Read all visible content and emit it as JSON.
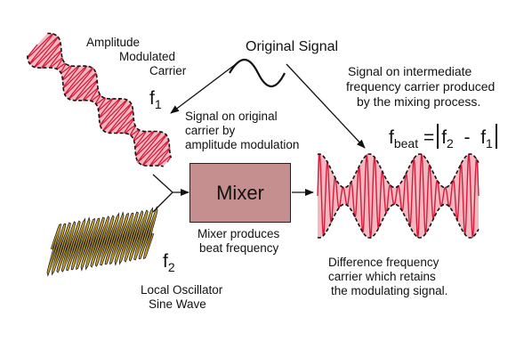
{
  "labels": {
    "am_carrier_line1": "Amplitude",
    "am_carrier_line2": "Modulated",
    "am_carrier_line3": "Carrier",
    "f1_base": "f",
    "f1_sub": "1",
    "original_signal": "Original Signal",
    "signal_on_carrier_line1": "Signal on original",
    "signal_on_carrier_line2": "carrier by",
    "signal_on_carrier_line3": "amplitude modulation",
    "if_line1": "Signal on intermediate",
    "if_line2": "frequency carrier produced",
    "if_line3": "by the mixing process.",
    "mixer": "Mixer",
    "mixer_note_line1": "Mixer produces",
    "mixer_note_line2": "beat frequency",
    "f2_base": "f",
    "f2_sub": "2",
    "lo_line1": "Local Oscillator",
    "lo_line2": "Sine Wave",
    "diff_line1": "Difference frequency",
    "diff_line2": "carrier which retains",
    "diff_line3": "the modulating signal."
  },
  "formula": {
    "lhs_base": "f",
    "lhs_sub": "beat",
    "equals": "=",
    "t1_base": "f",
    "t1_sub": "2",
    "minus": "-",
    "t2_base": "f",
    "t2_sub": "1"
  },
  "colors": {
    "fill_pink": "#f6b8c0",
    "carrier_red": "#d41c3c",
    "mixer_fill": "#c58f8f",
    "oscillator_gold": "#c9a233"
  }
}
